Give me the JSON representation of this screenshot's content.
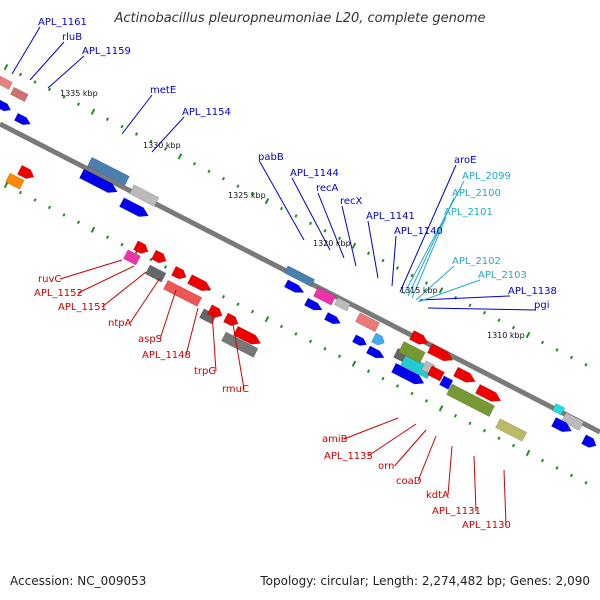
{
  "title": "Actinobacillus pleuropneumoniae L20, complete genome",
  "footer": {
    "accession": "Accession: NC_009053",
    "stats": "Topology: circular; Length: 2,274,482 bp; Genes: 2,090"
  },
  "ruler": [
    "1335 kbp",
    "1330 kbp",
    "1325 kbp",
    "1320 kbp",
    "1315 kbp",
    "1310 kbp"
  ],
  "colors": {
    "forward_strand_gene": "#0000ee",
    "reverse_strand_gene": "#ee0000",
    "rna_gene": "#33bbdd",
    "backbone": "#777777",
    "tick": "#228b22"
  },
  "labels_top_blue": [
    "APL_1161",
    "rluB",
    "APL_1159",
    "metE",
    "APL_1154",
    "pabB",
    "APL_1144",
    "recA",
    "recX",
    "APL_1141",
    "APL_1140",
    "aroE",
    "APL_1138",
    "pgi"
  ],
  "labels_top_cyan": [
    "APL_2099",
    "APL_2100",
    "APL_2101",
    "APL_2102",
    "APL_2103"
  ],
  "labels_bottom_red": [
    "ruvC",
    "APL_1152",
    "APL_1151",
    "ntpA",
    "aspS",
    "APL_1148",
    "trpG",
    "rmuC",
    "amiB",
    "APL_1135",
    "orn",
    "coaD",
    "kdtA",
    "APL_1131",
    "APL_1130"
  ]
}
